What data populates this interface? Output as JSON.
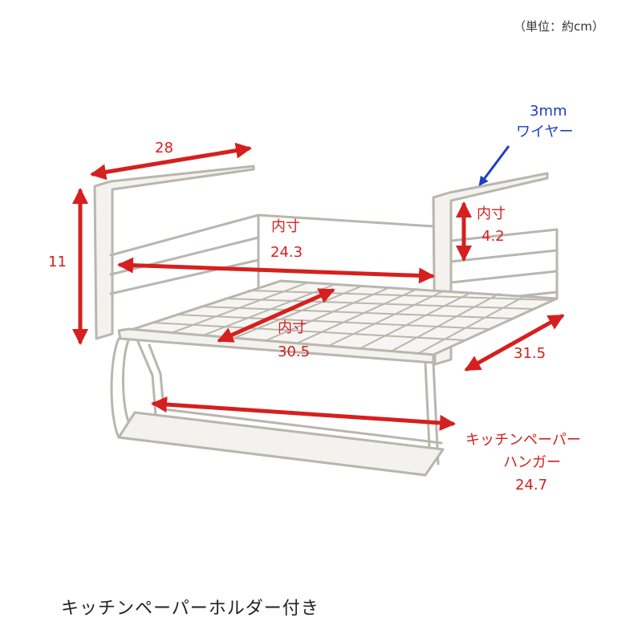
{
  "unit_note": "（単位：約cm）",
  "caption": "キッチンペーパーホルダー付き",
  "dimensions": {
    "width": "28",
    "height": "11",
    "inner_width_label": "内寸",
    "inner_width": "24.3",
    "inner_depth_label": "内寸",
    "inner_depth": "30.5",
    "inner_height_label": "内寸",
    "inner_height": "4.2",
    "depth": "31.5",
    "wire_size": "3mm",
    "wire_label": "ワイヤー",
    "hanger_label_1": "キッチンペーパー",
    "hanger_label_2": "ハンガー",
    "hanger_length": "24.7"
  },
  "colors": {
    "dimension": "#d61f1f",
    "callout": "#1e3fbf",
    "product": "#f3f2ee",
    "outline": "#b9b6ae"
  }
}
